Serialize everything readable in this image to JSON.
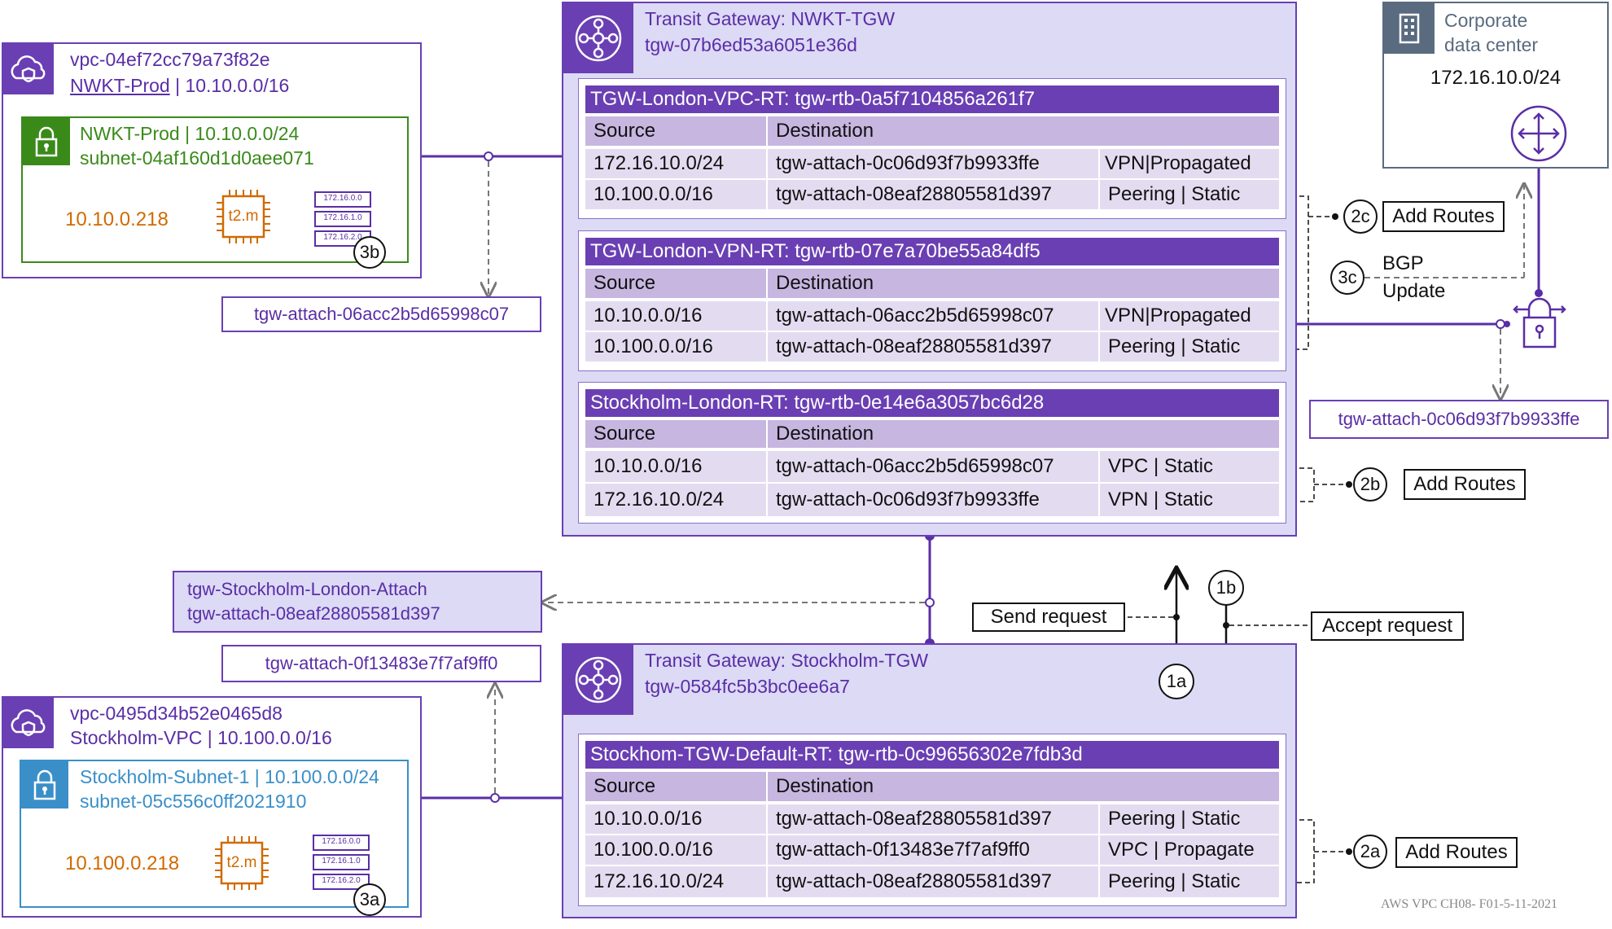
{
  "vpc_nwkt": {
    "id": "vpc-04ef72cc79a73f82e",
    "name": "NWKT-Prod",
    "cidr_sep": " | 10.10.0.0/16",
    "subnet_title": "NWKT-Prod | 10.10.0.0/24",
    "subnet_id": "subnet-04af160d1d0aee071",
    "instance_ip": "10.10.0.218",
    "instance_type": "t2.m",
    "rt_entries": [
      "172.16.0.0",
      "172.16.1.0",
      "172.16.2.0"
    ],
    "step": "3b"
  },
  "vpc_stockholm": {
    "id": "vpc-0495d34b52e0465d8",
    "name_cidr": "Stockholm-VPC | 10.100.0.0/16",
    "subnet_title": "Stockholm-Subnet-1 | 10.100.0.0/24",
    "subnet_id": "subnet-05c556c0ff2021910",
    "instance_ip": "10.100.0.218",
    "instance_type": "t2.m",
    "rt_entries": [
      "172.16.0.0",
      "172.16.1.0",
      "172.16.2.0"
    ],
    "step": "3a"
  },
  "tgw_london": {
    "title": "Transit Gateway: NWKT-TGW",
    "id": "tgw-07b6ed53a6051e36d"
  },
  "tgw_stockholm": {
    "title": "Transit Gateway: Stockholm-TGW",
    "id": "tgw-0584fc5b3bc0ee6a7"
  },
  "route_tables": [
    {
      "title": "TGW-London-VPC-RT: tgw-rtb-0a5f7104856a261f7",
      "src_header": "Source",
      "dst_header": "Destination",
      "rows": [
        {
          "src": "172.16.10.0/24",
          "dst": "tgw-attach-0c06d93f7b9933ffe",
          "type": "VPN|Propagated"
        },
        {
          "src": "10.100.0.0/16",
          "dst": "tgw-attach-08eaf28805581d397",
          "type": "Peering | Static"
        }
      ]
    },
    {
      "title": "TGW-London-VPN-RT: tgw-rtb-07e7a70be55a84df5",
      "src_header": "Source",
      "dst_header": "Destination",
      "rows": [
        {
          "src": "10.10.0.0/16",
          "dst": "tgw-attach-06acc2b5d65998c07",
          "type": "VPN|Propagated"
        },
        {
          "src": "10.100.0.0/16",
          "dst": "tgw-attach-08eaf28805581d397",
          "type": "Peering | Static"
        }
      ]
    },
    {
      "title": "Stockholm-London-RT: tgw-rtb-0e14e6a3057bc6d28",
      "src_header": "Source",
      "dst_header": "Destination",
      "rows": [
        {
          "src": "10.10.0.0/16",
          "dst": "tgw-attach-06acc2b5d65998c07",
          "type": "VPC | Static"
        },
        {
          "src": "172.16.10.0/24",
          "dst": "tgw-attach-0c06d93f7b9933ffe",
          "type": "VPN | Static"
        }
      ]
    },
    {
      "title": "Stockhom-TGW-Default-RT: tgw-rtb-0c99656302e7fdb3d",
      "src_header": "Source",
      "dst_header": "Destination",
      "rows": [
        {
          "src": "10.10.0.0/16",
          "dst": "tgw-attach-08eaf28805581d397",
          "type": "Peering | Static"
        },
        {
          "src": "10.100.0.0/16",
          "dst": "tgw-attach-0f13483e7f7af9ff0",
          "type": "VPC | Propagate"
        },
        {
          "src": "172.16.10.0/24",
          "dst": "tgw-attach-08eaf28805581d397",
          "type": "Peering | Static"
        }
      ]
    }
  ],
  "corporate": {
    "title_line1": "Corporate",
    "title_line2": "data center",
    "cidr": "172.16.10.0/24"
  },
  "attachments": {
    "nwkt_vpc": "tgw-attach-06acc2b5d65998c07",
    "vpn": "tgw-attach-0c06d93f7b9933ffe",
    "peering_name": "tgw-Stockholm-London-Attach",
    "peering_id": "tgw-attach-08eaf28805581d397",
    "stockholm_vpc": "tgw-attach-0f13483e7f7af9ff0"
  },
  "steps": {
    "s1a": "1a",
    "s1b": "1b",
    "s2a": "2a",
    "s2b": "2b",
    "s2c": "2c",
    "s3c": "3c",
    "add_routes": "Add Routes",
    "send_request": "Send request",
    "accept_request": "Accept request",
    "bgp": "BGP",
    "update": "Update"
  },
  "footer": "AWS VPC CH08- F01-5-11-2021",
  "colors": {
    "purple": "#6a3fb3",
    "tgw_fill": "#dcdaf5",
    "green": "#3a8a1a",
    "orange": "#d06a00",
    "blue": "#3a8fc9"
  }
}
